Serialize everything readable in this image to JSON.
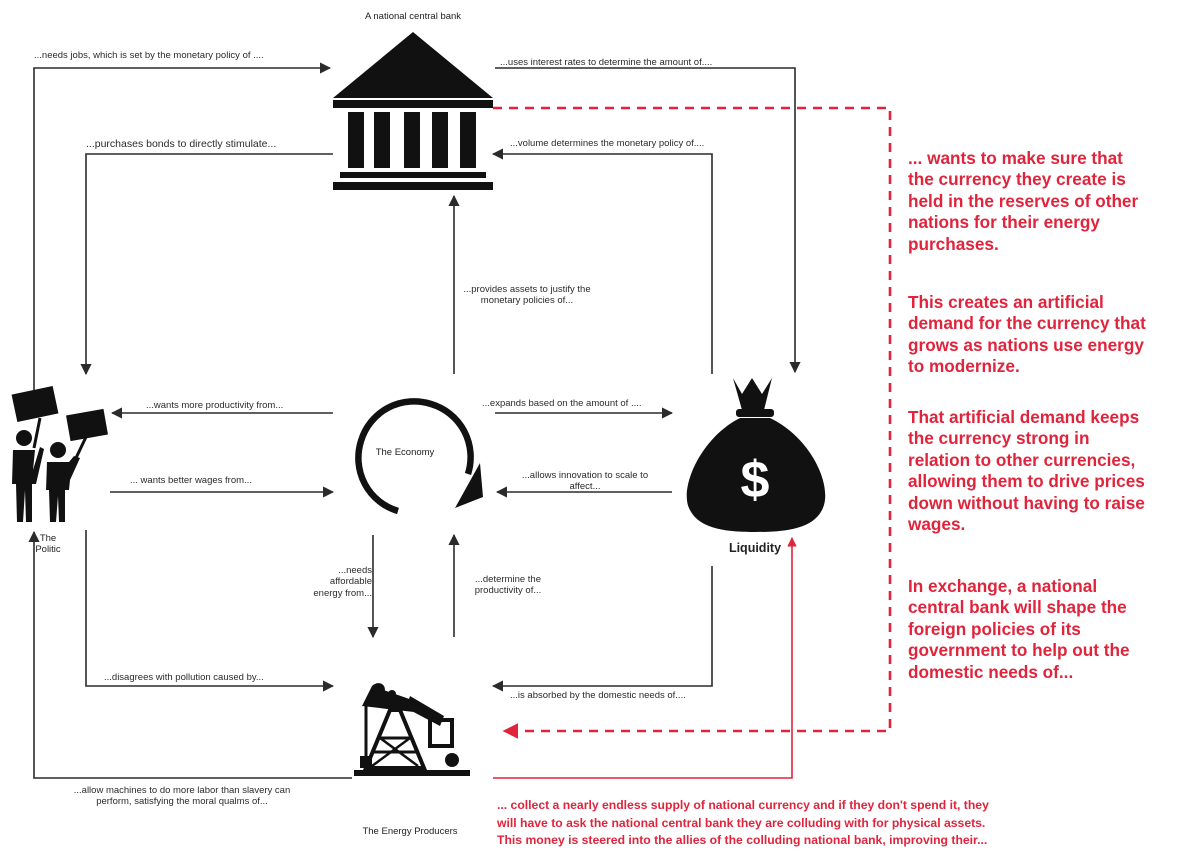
{
  "nodes": {
    "bank": "A national central bank",
    "economy": "The Economy",
    "politic": [
      "The",
      "Politic"
    ],
    "liquidity": "Liquidity",
    "energy": "The Energy Producers"
  },
  "edges": {
    "needs_jobs": "...needs jobs, which is set by the monetary policy of ....",
    "uses_interest": "...uses interest rates to determine the amount of....",
    "purchases_bonds": "...purchases bonds to directly stimulate...",
    "volume_determines": "...volume determines the monetary policy of....",
    "provides_assets": [
      "...provides assets to justify the",
      "monetary policies of..."
    ],
    "wants_productivity": "...wants more productivity from...",
    "expands_based": "...expands based on the amount of ....",
    "wants_wages": "... wants better wages from...",
    "allows_innovation": [
      "...allows innovation to scale to",
      "affect..."
    ],
    "needs_energy": [
      "...needs",
      "affordable",
      "energy from..."
    ],
    "determine_productivity": [
      "...determine the",
      "productivity of..."
    ],
    "disagrees_pollution": "...disagrees with pollution caused by...",
    "absorbed_domestic": "...is absorbed by the domestic needs of....",
    "allow_machines": [
      "...allow machines to do more labor than slavery can",
      "perform, satisfying the moral qualms of..."
    ]
  },
  "red_notes": {
    "p1": [
      "... wants to make sure that",
      "the currency they create is",
      "held in the reserves of other",
      "nations for their energy",
      "purchases."
    ],
    "p2": [
      "This creates an artificial",
      "demand for the currency that",
      "grows as nations use energy",
      "to modernize."
    ],
    "p3": [
      "That artificial demand keeps",
      "the currency strong in",
      "relation to other currencies,",
      "allowing them to drive prices",
      "down without having to raise",
      "wages."
    ],
    "p4": [
      "In exchange, a national",
      "central bank will shape the",
      "foreign policies of its",
      "government to help out the",
      "domestic needs of..."
    ],
    "bottom": [
      "... collect a nearly endless supply of national currency and if they don't spend it, they",
      "will have to ask the national central bank they are colluding with for physical assets.",
      "This money is steered into the allies of the colluding national bank, improving their..."
    ]
  },
  "colors": {
    "line": "#2b2b2b",
    "accent_red": "#e0243c",
    "icon": "#111111"
  },
  "icons": [
    "bank-icon",
    "protesters-icon",
    "cycle-arrow-icon",
    "money-bag-icon",
    "oil-pump-icon"
  ]
}
